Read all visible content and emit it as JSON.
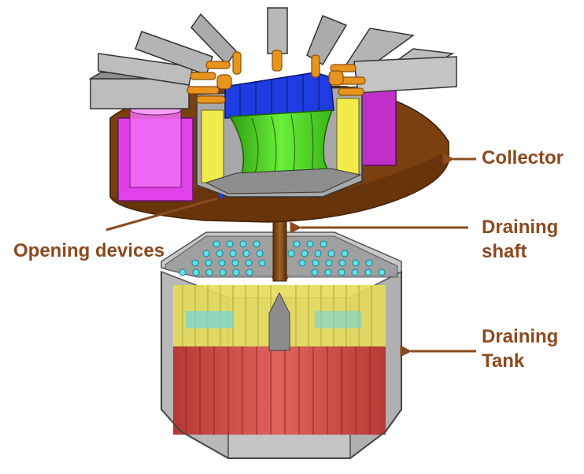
{
  "labels": {
    "collector": "Collector",
    "opening_devices": "Opening devices",
    "draining_shaft_line1": "Draining",
    "draining_shaft_line2": "shaft",
    "draining_tank_line1": "Draining",
    "draining_tank_line2": "Tank"
  },
  "colors": {
    "label": "#8B4A1E",
    "collector": "#7A4010",
    "heat_exchanger": "#9A9A9A",
    "pipes": "#E8951E",
    "core_blue": "#1E3CE0",
    "core_green": "#4CE01E",
    "pump_magenta": "#E040E8",
    "reflector_yellow": "#F2EC4A",
    "tank_red": "#D94A44",
    "tank_tubes_cyan": "#5FE0EA"
  },
  "icons": [
    "arrow-left-icon"
  ]
}
